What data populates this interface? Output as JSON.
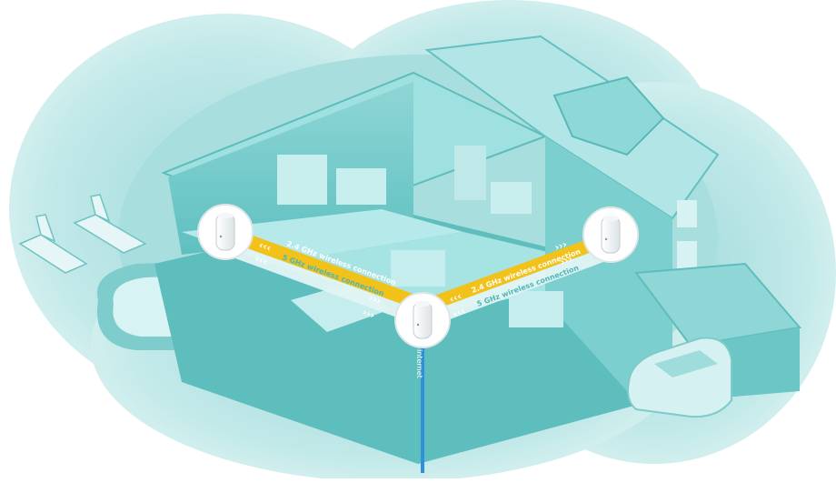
{
  "links": {
    "left_24": "2.4 GHz wireless connection",
    "left_5": "5 GHz wireless connection",
    "right_24": "2.4 GHz wireless connection",
    "right_5": "5 GHz wireless connection",
    "internet": "Internet"
  },
  "colors": {
    "teal_light": "#bfe6e6",
    "teal_mid": "#7dcfcf",
    "teal_dark": "#4fb6b6",
    "band_24": "#f2c21a",
    "band_5": "#eaf6f6",
    "internet_line": "#2f8fd8"
  },
  "icons": [
    "mesh-unit-icon",
    "chevron-arrows-icon",
    "sun-lounger-icon",
    "car-icon"
  ]
}
